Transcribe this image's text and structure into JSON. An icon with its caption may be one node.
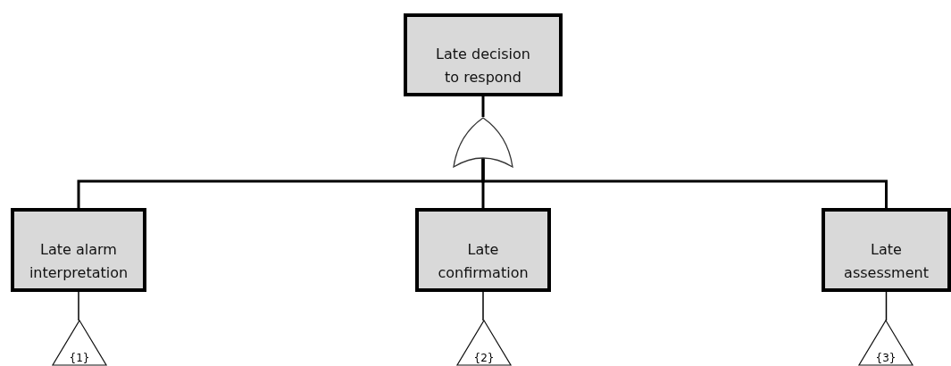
{
  "diagram": {
    "nodes": [
      {
        "text": [
          "Late decision to respond"
        ]
      },
      {
        "text": [],
        "shape": "gate"
      },
      {
        "text": [
          "Late alarm interpretation"
        ]
      },
      {
        "text": [
          "Late confirmation"
        ]
      },
      {
        "text": [
          "Late assessment"
        ]
      },
      {
        "text": [
          "{1}"
        ]
      },
      {
        "text": [
          "{2}"
        ]
      },
      {
        "text": [
          "{3}"
        ]
      }
    ],
    "edges": [
      {
        "from": 0,
        "to": 1,
        "arrow": "none"
      },
      {
        "from": 1,
        "to": 2,
        "arrow": "none"
      },
      {
        "from": 1,
        "to": 3,
        "arrow": "none"
      },
      {
        "from": 1,
        "to": 4,
        "arrow": "none"
      },
      {
        "from": 2,
        "to": 5,
        "arrow": "none"
      },
      {
        "from": 3,
        "to": 6,
        "arrow": "none"
      },
      {
        "from": 4,
        "to": 7,
        "arrow": "none"
      }
    ]
  }
}
